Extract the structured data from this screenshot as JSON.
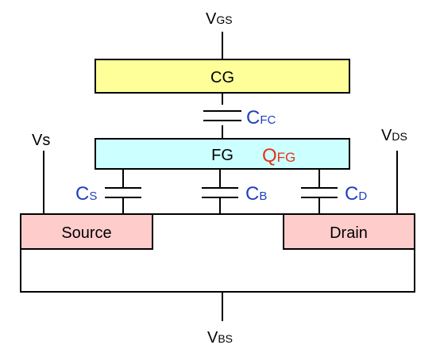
{
  "blocks": {
    "cg": {
      "label": "CG",
      "fill": "#ffff99"
    },
    "fg": {
      "label": "FG",
      "fill": "#ccffff"
    },
    "source": {
      "label": "Source",
      "fill": "#ffcccc"
    },
    "drain": {
      "label": "Drain",
      "fill": "#ffcccc"
    }
  },
  "terminals": {
    "vgs": {
      "main": "V",
      "sub": "GS"
    },
    "vs": {
      "main": "Vs"
    },
    "vds": {
      "main": "V",
      "sub": "DS"
    },
    "vbs": {
      "main": "V",
      "sub": "BS"
    }
  },
  "capacitors": {
    "cfc": {
      "main": "C",
      "sub": "FC"
    },
    "cs": {
      "main": "C",
      "sub": "S"
    },
    "cb": {
      "main": "C",
      "sub": "B"
    },
    "cd": {
      "main": "C",
      "sub": "D"
    }
  },
  "charge": {
    "main": "Q",
    "sub": "FG"
  },
  "colors": {
    "cap_label": "#1f3fbf",
    "charge_label": "#e8321a",
    "line": "#000000"
  }
}
